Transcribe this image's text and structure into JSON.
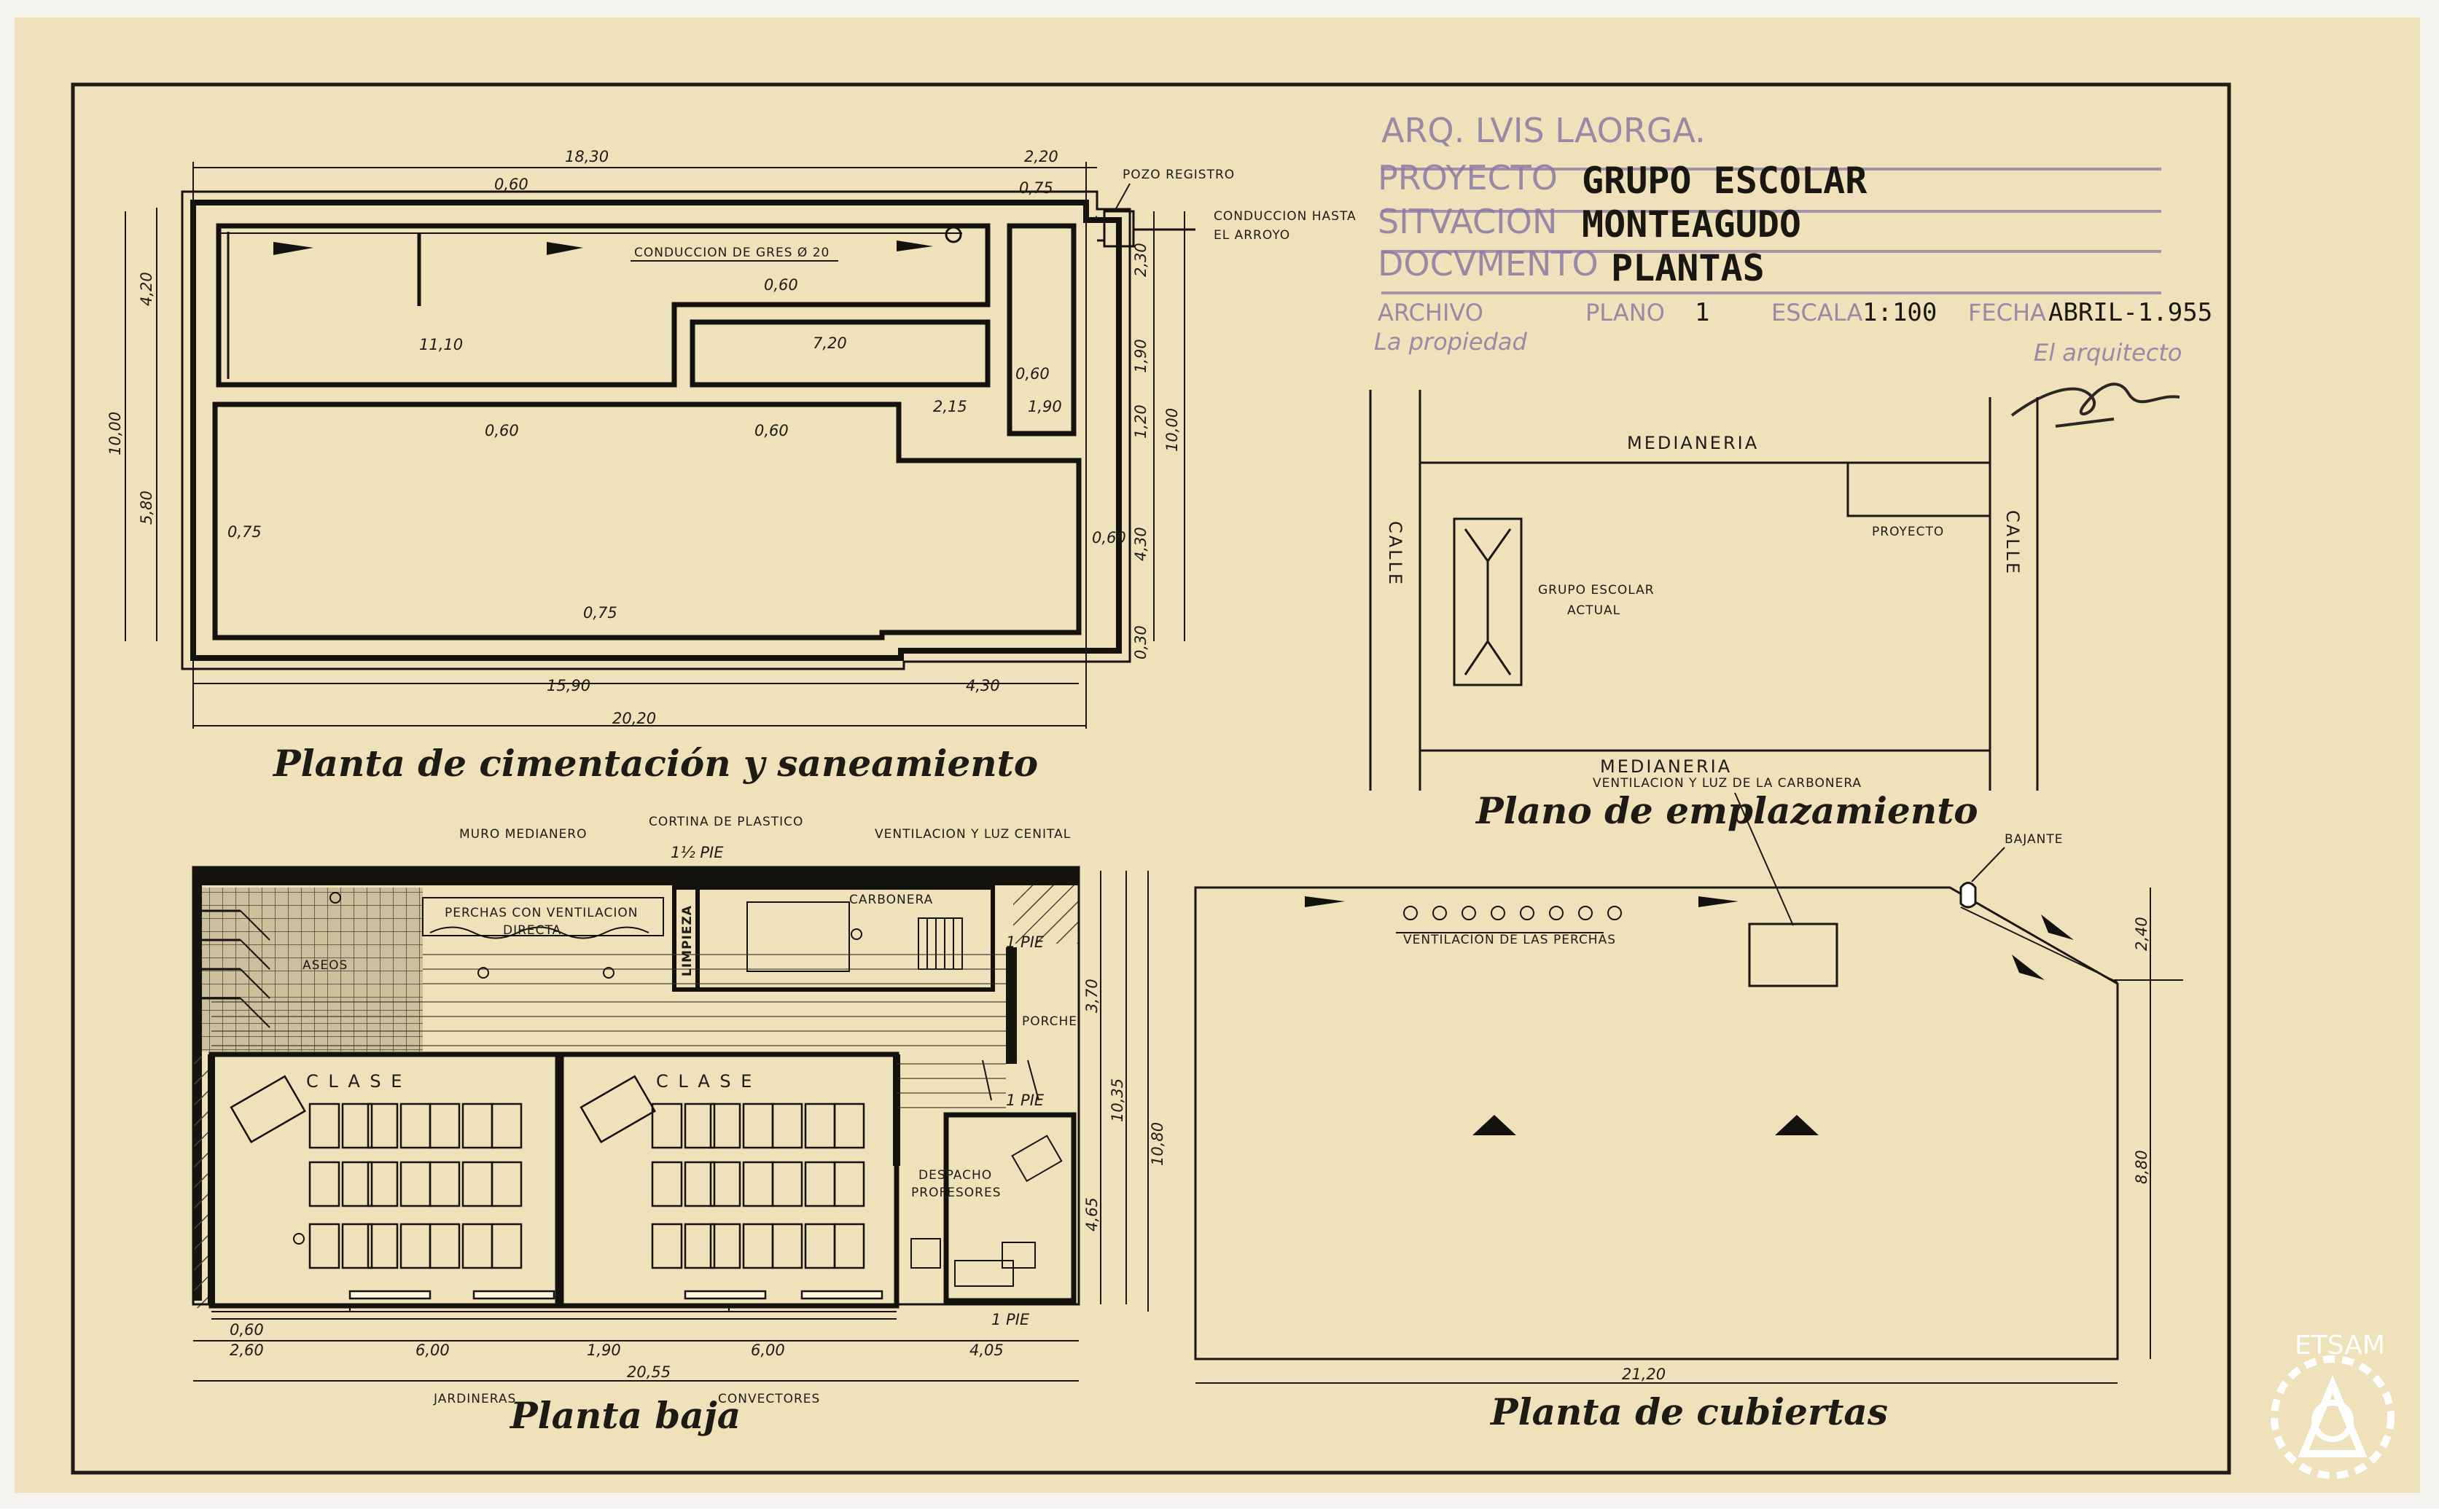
{
  "title_block": {
    "architect": "ARQ. LVIS LAORGA.",
    "proyecto_label": "PROYECTO",
    "proyecto": "GRUPO ESCOLAR",
    "situacion_label": "SITVACION",
    "situacion": "MONTEAGUDO",
    "documento_label": "DOCVMENTO",
    "documento": "PLANTAS",
    "archivo_label": "ARCHIVO",
    "plano_label": "PLANO",
    "plano": "1",
    "escala_label": "ESCALA",
    "escala": "1:100",
    "fecha_label": "FECHA",
    "fecha": "ABRIL-1.955",
    "propiedad_label": "La propiedad",
    "arquitecto_label": "El arquitecto"
  },
  "cimentacion": {
    "title": "Planta de cimentación y saneamiento",
    "labels": {
      "pozo": "POZO REGISTRO",
      "conduccion_arroyo_1": "CONDUCCION HASTA",
      "conduccion_arroyo_2": "EL ARROYO",
      "gres": "CONDUCCION DE GRES Ø 20"
    },
    "dims": {
      "d1830": "18,30",
      "d220": "2,20",
      "d060a": "0,60",
      "d075a": "0,75",
      "d060b": "0,60",
      "d1110": "11,10",
      "d720": "7,20",
      "d060c": "0,60",
      "d060d": "0,60",
      "d060e": "0,60",
      "d215": "2,15",
      "d190a": "1,90",
      "d075b": "0,75",
      "d060f": "0,60",
      "d075c": "0,75",
      "d1590": "15,90",
      "d430a": "4,30",
      "d2020": "20,20",
      "d420": "4,20",
      "d1000a": "10,00",
      "d580": "5,80",
      "d230": "2,30",
      "d190b": "1,90",
      "d120": "1,20",
      "d1000b": "10,00",
      "d430b": "4,30",
      "d030": "0,30"
    }
  },
  "emplazamiento": {
    "title": "Plano de emplazamiento",
    "medianeria_top": "MEDIANERIA",
    "medianeria_bottom": "MEDIANERIA",
    "calle_left": "CALLE",
    "calle_right": "CALLE",
    "proyecto": "PROYECTO",
    "grupo_actual_1": "GRUPO ESCOLAR",
    "grupo_actual_2": "ACTUAL"
  },
  "planta_baja": {
    "title": "Planta baja",
    "labels": {
      "muro": "MURO MEDIANERO",
      "cortina": "CORTINA DE PLASTICO",
      "pie_top": "1½ PIE",
      "ventilacion_cenital": "VENTILACION Y LUZ CENITAL",
      "perchas_1": "PERCHAS CON VENTILACION",
      "perchas_2": "DIRECTA",
      "limpieza": "LIMPIEZA",
      "carbonera": "CARBONERA",
      "aseos": "ASEOS",
      "pie_right1": "1 PIE",
      "porche": "PORCHE",
      "pie_right2": "1 PIE",
      "clase1": "C L A S E",
      "clase2": "C L A S E",
      "despacho_1": "DESPACHO",
      "despacho_2": "PROFESORES",
      "pie_bottom": "1 PIE",
      "jardineras": "JARDINERAS",
      "convectores": "CONVECTORES"
    },
    "dims": {
      "d060": "0,60",
      "d260": "2,60",
      "d600a": "6,00",
      "d190": "1,90",
      "d600b": "6,00",
      "d405": "4,05",
      "d2055": "20,55",
      "d370": "3,70",
      "d1035": "10,35",
      "d1080": "10,80",
      "d465": "4,65"
    }
  },
  "cubiertas": {
    "title": "Planta de cubiertas",
    "ventilacion_carbonera": "VENTILACION Y LUZ DE LA CARBONERA",
    "bajante": "BAJANTE",
    "ventilacion_perchas": "VENTILACION DE LAS PERCHAS",
    "dims": {
      "d240": "2,40",
      "d880": "8,80",
      "d2120": "21,20"
    }
  },
  "logo": "ETSAM"
}
